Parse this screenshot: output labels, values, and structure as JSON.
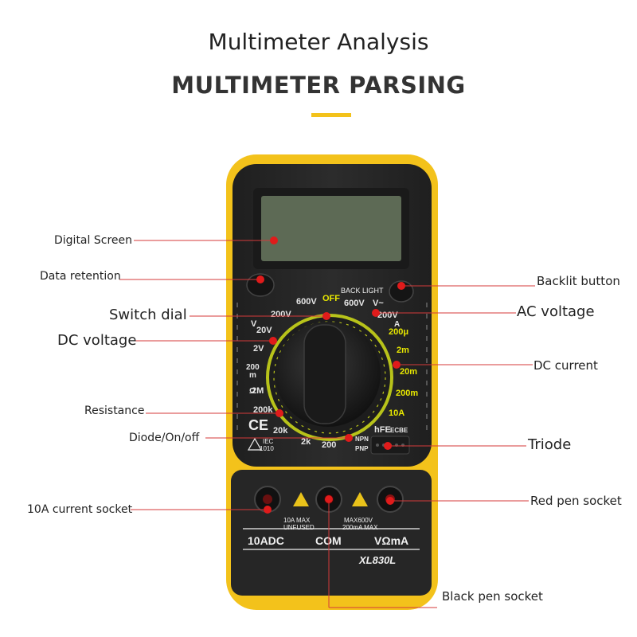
{
  "header": {
    "title": "Multimeter Analysis",
    "subtitle": "MULTIMETER PARSING"
  },
  "device": {
    "dial_labels": [
      "600V",
      "OFF",
      "600V",
      "V~",
      "200V",
      "V",
      "20V",
      "2V",
      "200",
      "m",
      "2M",
      "200k",
      "20k",
      "2k",
      "200",
      "A",
      "200μ",
      "2m",
      "20m",
      "200m",
      "10A",
      "hFE",
      "ECBE",
      "NPN",
      "PNP",
      "Ω"
    ],
    "backlight_label": "BACK LIGHT",
    "iec_label": "IEC",
    "iec_code": "1010",
    "ce_mark": "CE",
    "socket_labels": [
      "10ADC",
      "COM",
      "VΩmA"
    ],
    "socket_notes": {
      "left_line1": "10A  MAX",
      "left_line2": "UNFUSED",
      "right_line1": "MAX600V",
      "right_line2": "200mA  MAX"
    },
    "model": "XL830L"
  },
  "callouts": [
    {
      "id": "digital-screen",
      "label": "Digital Screen"
    },
    {
      "id": "data-retention",
      "label": "Data retention"
    },
    {
      "id": "switch-dial",
      "label": "Switch dial"
    },
    {
      "id": "dc-voltage",
      "label": "DC voltage"
    },
    {
      "id": "resistance",
      "label": "Resistance"
    },
    {
      "id": "diode",
      "label": "Diode/On/off"
    },
    {
      "id": "current-socket",
      "label": "10A current socket"
    },
    {
      "id": "backlit-button",
      "label": "Backlit button"
    },
    {
      "id": "ac-voltage",
      "label": "AC voltage"
    },
    {
      "id": "dc-current",
      "label": "DC current"
    },
    {
      "id": "triode",
      "label": "Triode"
    },
    {
      "id": "red-pen-socket",
      "label": "Red pen socket"
    },
    {
      "id": "black-pen-socket",
      "label": "Black pen socket"
    }
  ],
  "colors": {
    "case_yellow": "#f3c21b",
    "body": "#2a2a2a",
    "lcd": "#5d6a55",
    "dot": "#e01b1b",
    "accent": "#f3c21b"
  }
}
